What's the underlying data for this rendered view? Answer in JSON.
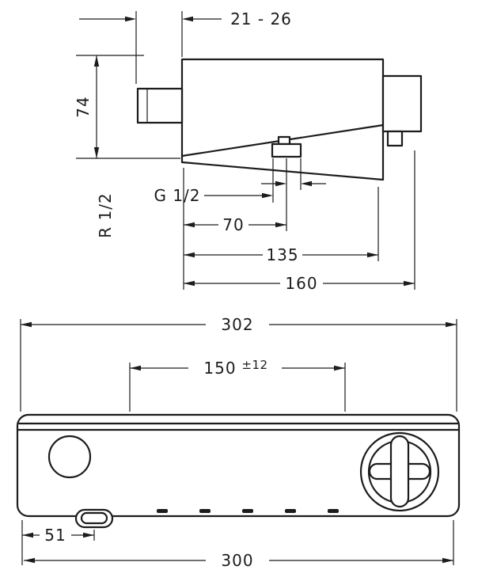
{
  "colors": {
    "line": "#1c1c1c",
    "background": "#ffffff"
  },
  "side_view": {
    "projection_range": "21 - 26",
    "wall_height": "74",
    "wall_thread_label": "R 1/2",
    "outlet_thread_label": "G 1/2",
    "outlet_distance": "70",
    "mid_distance": "135",
    "total_depth": "160"
  },
  "front_view": {
    "overall_width": "302",
    "connection_spacing": "150",
    "spacing_tolerance": "±12",
    "outlet_distance": "51",
    "body_width": "300"
  }
}
